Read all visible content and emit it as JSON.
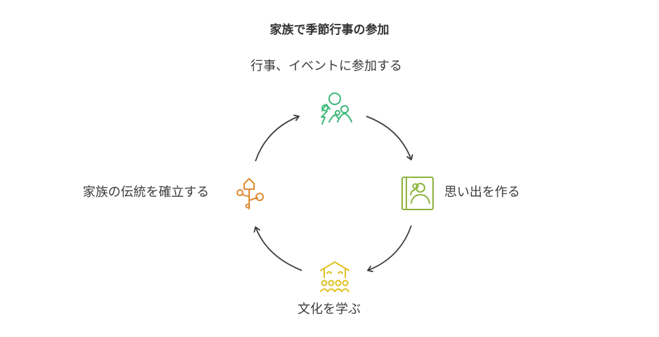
{
  "title": "家族で季節行事の参加",
  "cycle": [
    {
      "id": "event",
      "label": "行事、イベントに参加する",
      "icon": "family-group-icon",
      "color": "#3cb878"
    },
    {
      "id": "memory",
      "label": "思い出を作る",
      "icon": "photo-album-icon",
      "color": "#8cb43c"
    },
    {
      "id": "culture",
      "label": "文化を学ぶ",
      "icon": "community-hut-icon",
      "color": "#e0c020"
    },
    {
      "id": "tradition",
      "label": "家族の伝統を確立する",
      "icon": "family-tree-icon",
      "color": "#e08a30"
    }
  ],
  "arrow_color": "#3d3d3d"
}
